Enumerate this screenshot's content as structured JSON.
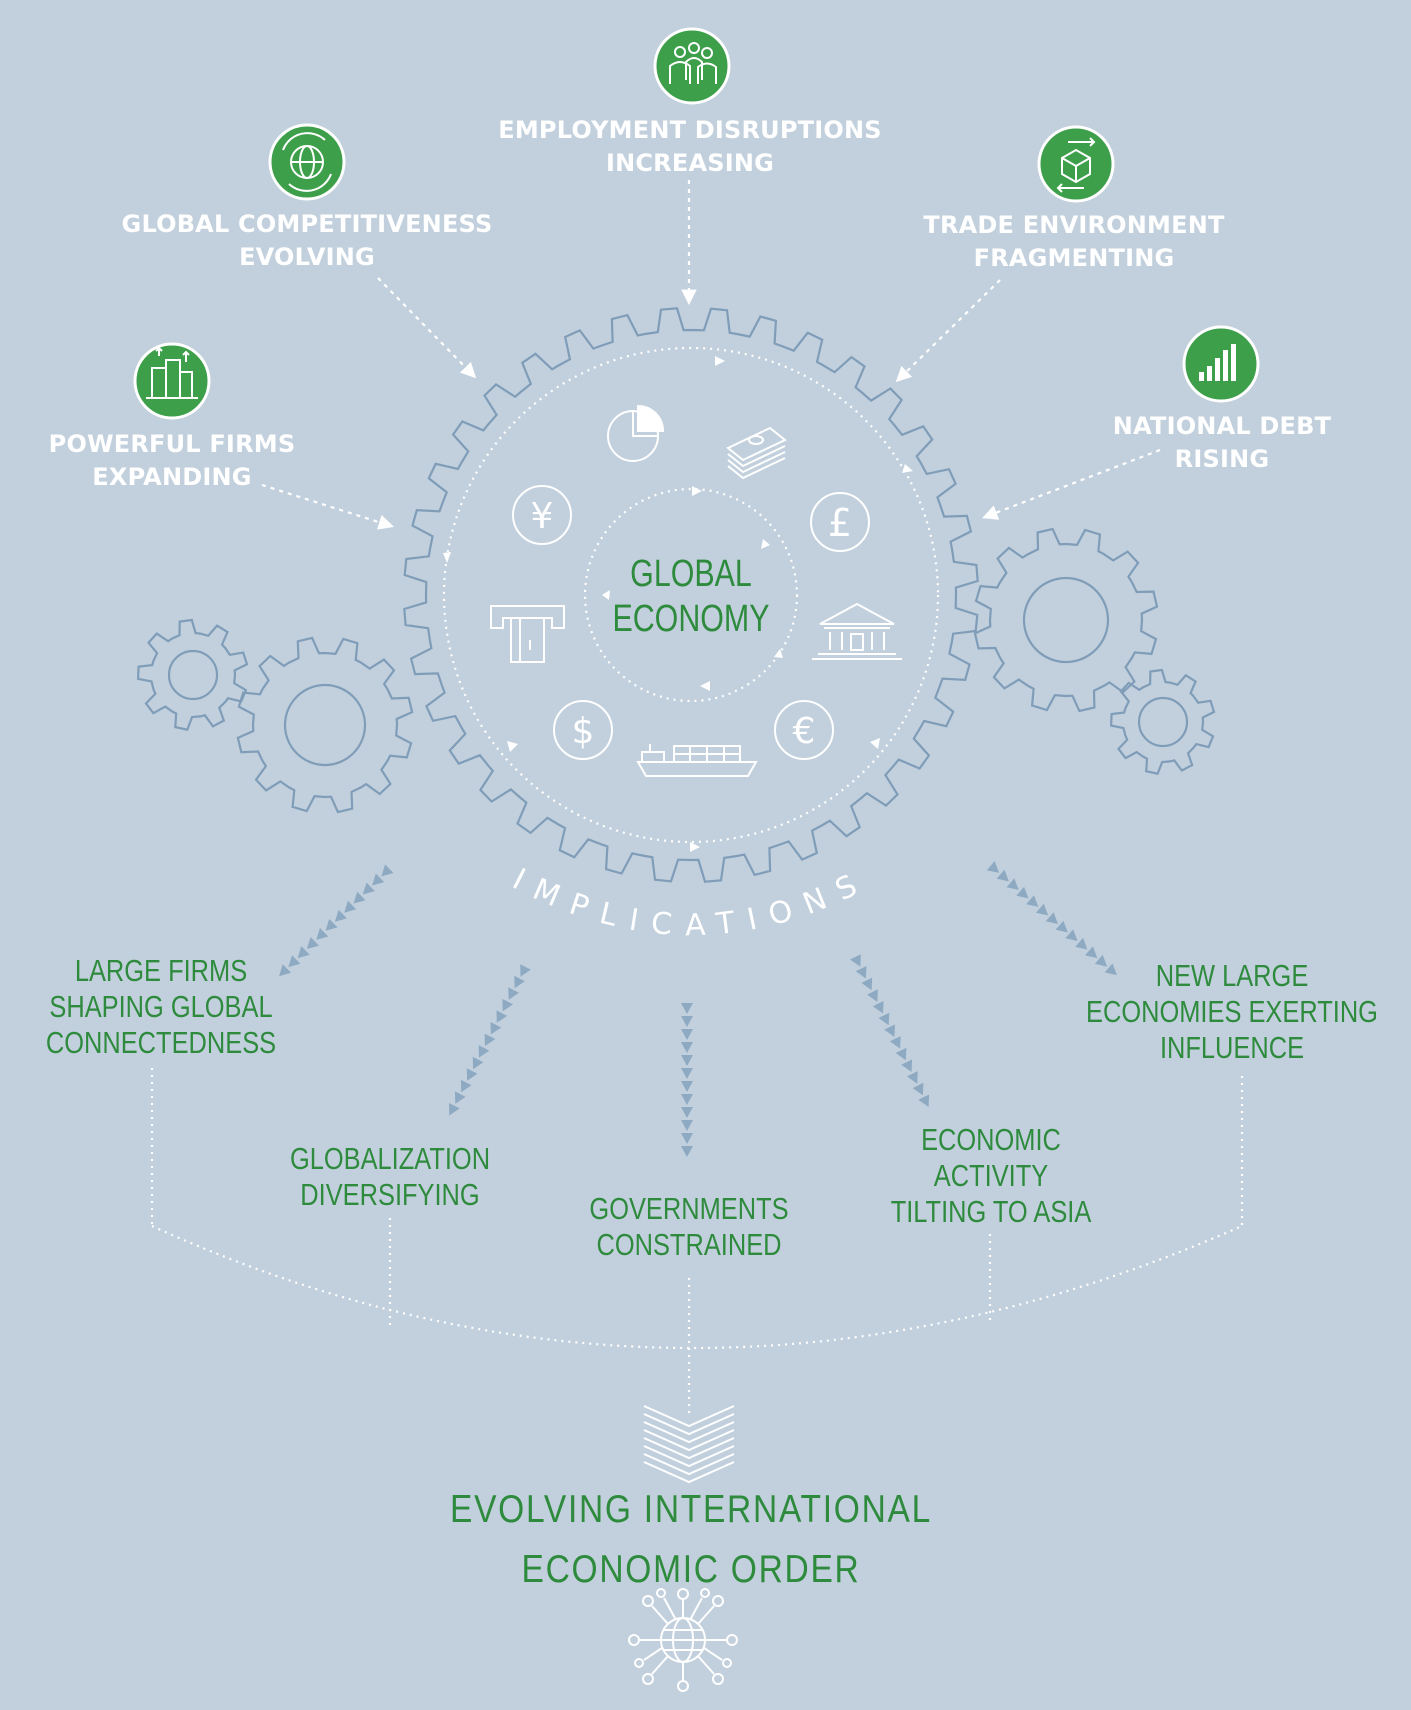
{
  "colors": {
    "background": "#c2d0dd",
    "gear_stroke": "#7f9db8",
    "accent_green": "#2e8b3d",
    "icon_badge_green": "#3d9f4a",
    "arrow_blue": "#8eaac2",
    "white": "#ffffff"
  },
  "center": {
    "line1": "GLOBAL",
    "line2": "ECONOMY",
    "icons": [
      "pie-chart-icon",
      "money-stack-icon",
      "pound-coin-icon",
      "bank-building-icon",
      "euro-coin-icon",
      "cargo-ship-icon",
      "dollar-coin-icon",
      "atm-card-icon",
      "yen-coin-icon"
    ]
  },
  "implications_arc": "IMPLICATIONS",
  "drivers": [
    {
      "id": "employment",
      "line1": "EMPLOYMENT DISRUPTIONS",
      "line2": "INCREASING",
      "icon": "workers-group-icon"
    },
    {
      "id": "competitiveness",
      "line1": "GLOBAL COMPETITIVENESS",
      "line2": "EVOLVING",
      "icon": "globe-cycle-icon"
    },
    {
      "id": "trade",
      "line1": "TRADE ENVIRONMENT",
      "line2": "FRAGMENTING",
      "icon": "package-exchange-icon"
    },
    {
      "id": "firms",
      "line1": "POWERFUL FIRMS",
      "line2": "EXPANDING",
      "icon": "city-buildings-icon"
    },
    {
      "id": "debt",
      "line1": "NATIONAL DEBT",
      "line2": "RISING",
      "icon": "bar-signal-icon"
    }
  ],
  "implications": [
    {
      "id": "large-firms",
      "lines": [
        "LARGE FIRMS",
        "SHAPING GLOBAL",
        "CONNECTEDNESS"
      ]
    },
    {
      "id": "globalization",
      "lines": [
        "GLOBALIZATION",
        "DIVERSIFYING"
      ]
    },
    {
      "id": "governments",
      "lines": [
        "GOVERNMENTS",
        "CONSTRAINED"
      ]
    },
    {
      "id": "asia",
      "lines": [
        "ECONOMIC",
        "ACTIVITY",
        "TILTING TO ASIA"
      ]
    },
    {
      "id": "new-economies",
      "lines": [
        "NEW LARGE",
        "ECONOMIES EXERTING",
        "INFLUENCE"
      ]
    }
  ],
  "outcome": {
    "line1": "EVOLVING INTERNATIONAL",
    "line2": "ECONOMIC ORDER",
    "icon": "network-globe-icon"
  }
}
